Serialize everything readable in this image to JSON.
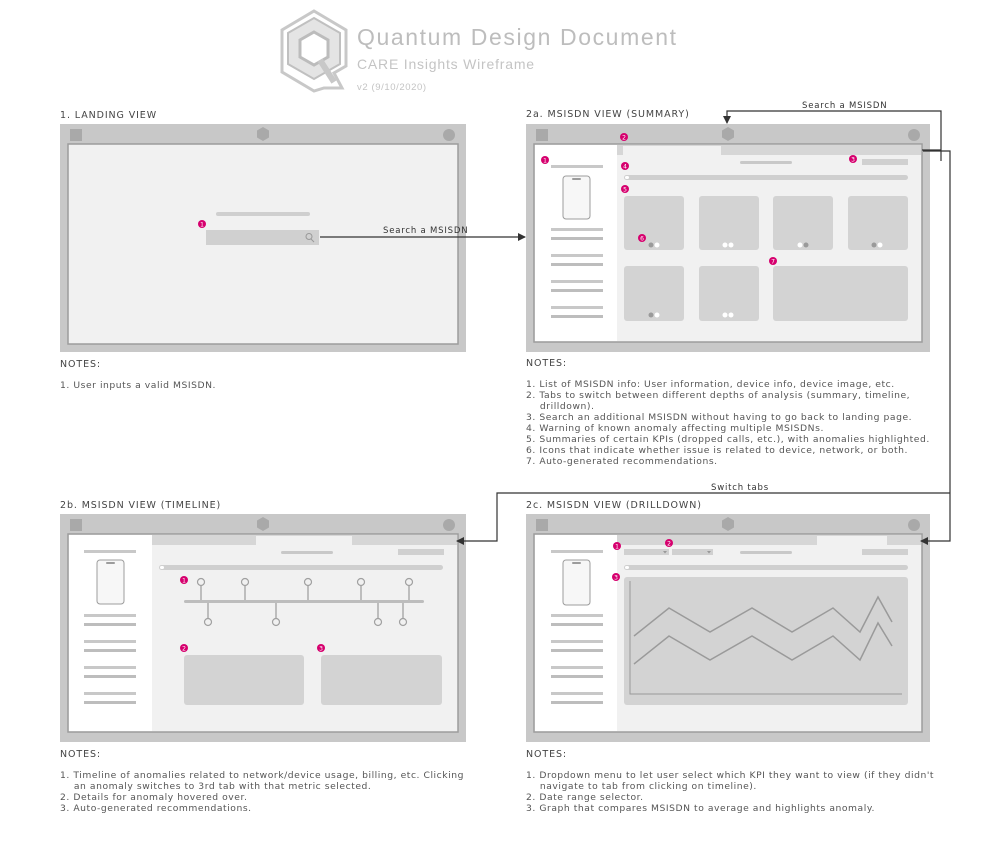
{
  "header": {
    "title": "Quantum Design Document",
    "subtitle": "CARE Insights Wireframe",
    "version": "v2 (9/10/2020)"
  },
  "panels": {
    "landing": {
      "label": "1. LANDING VIEW",
      "notes_heading": "NOTES:",
      "notes": [
        "1. User inputs a valid MSISDN."
      ]
    },
    "summary": {
      "label": "2a. MSISDN VIEW (SUMMARY)",
      "notes_heading": "NOTES:",
      "notes": [
        "1. List of MSISDN info: User information, device info, device image, etc.",
        "2. Tabs to switch between different depths of analysis (summary, timeline,",
        "    drilldown).",
        "3. Search an additional MSISDN without having to go back to landing page.",
        "4. Warning of known anomaly affecting multiple MSISDNs.",
        "5. Summaries of certain KPIs (dropped calls, etc.), with anomalies highlighted.",
        "6. Icons that indicate whether issue is related to device, network, or both.",
        "7. Auto-generated recommendations."
      ]
    },
    "timeline": {
      "label": "2b. MSISDN VIEW (TIMELINE)",
      "notes_heading": "NOTES:",
      "notes": [
        "1. Timeline of anomalies related to network/device usage, billing, etc. Clicking",
        "    an anomaly switches to 3rd tab with that metric selected.",
        "2. Details for anomaly hovered over.",
        "3. Auto-generated recommendations."
      ]
    },
    "drilldown": {
      "label": "2c. MSISDN VIEW (DRILLDOWN)",
      "notes_heading": "NOTES:",
      "notes": [
        "1. Dropdown menu to let user select which KPI they want to view (if they didn't",
        "    navigate to tab from clicking on timeline).",
        "2. Date range selector.",
        "3. Graph that compares MSISDN to average and highlights anomaly."
      ]
    }
  },
  "flows": {
    "search_1": "Search a MSISDN",
    "search_2": "Search a MSISDN",
    "switch_tabs": "Switch tabs"
  },
  "markers": {
    "landing": [
      "1"
    ],
    "summary": [
      "1",
      "2",
      "3",
      "4",
      "5",
      "6",
      "7"
    ],
    "timeline": [
      "1",
      "2",
      "3"
    ],
    "drilldown": [
      "1",
      "2",
      "3"
    ]
  },
  "colors": {
    "marker": "#d6006e",
    "frame": "#c8c8c8",
    "screen": "#f1f1f1",
    "element": "#d0d0d0",
    "line": "#333333"
  }
}
